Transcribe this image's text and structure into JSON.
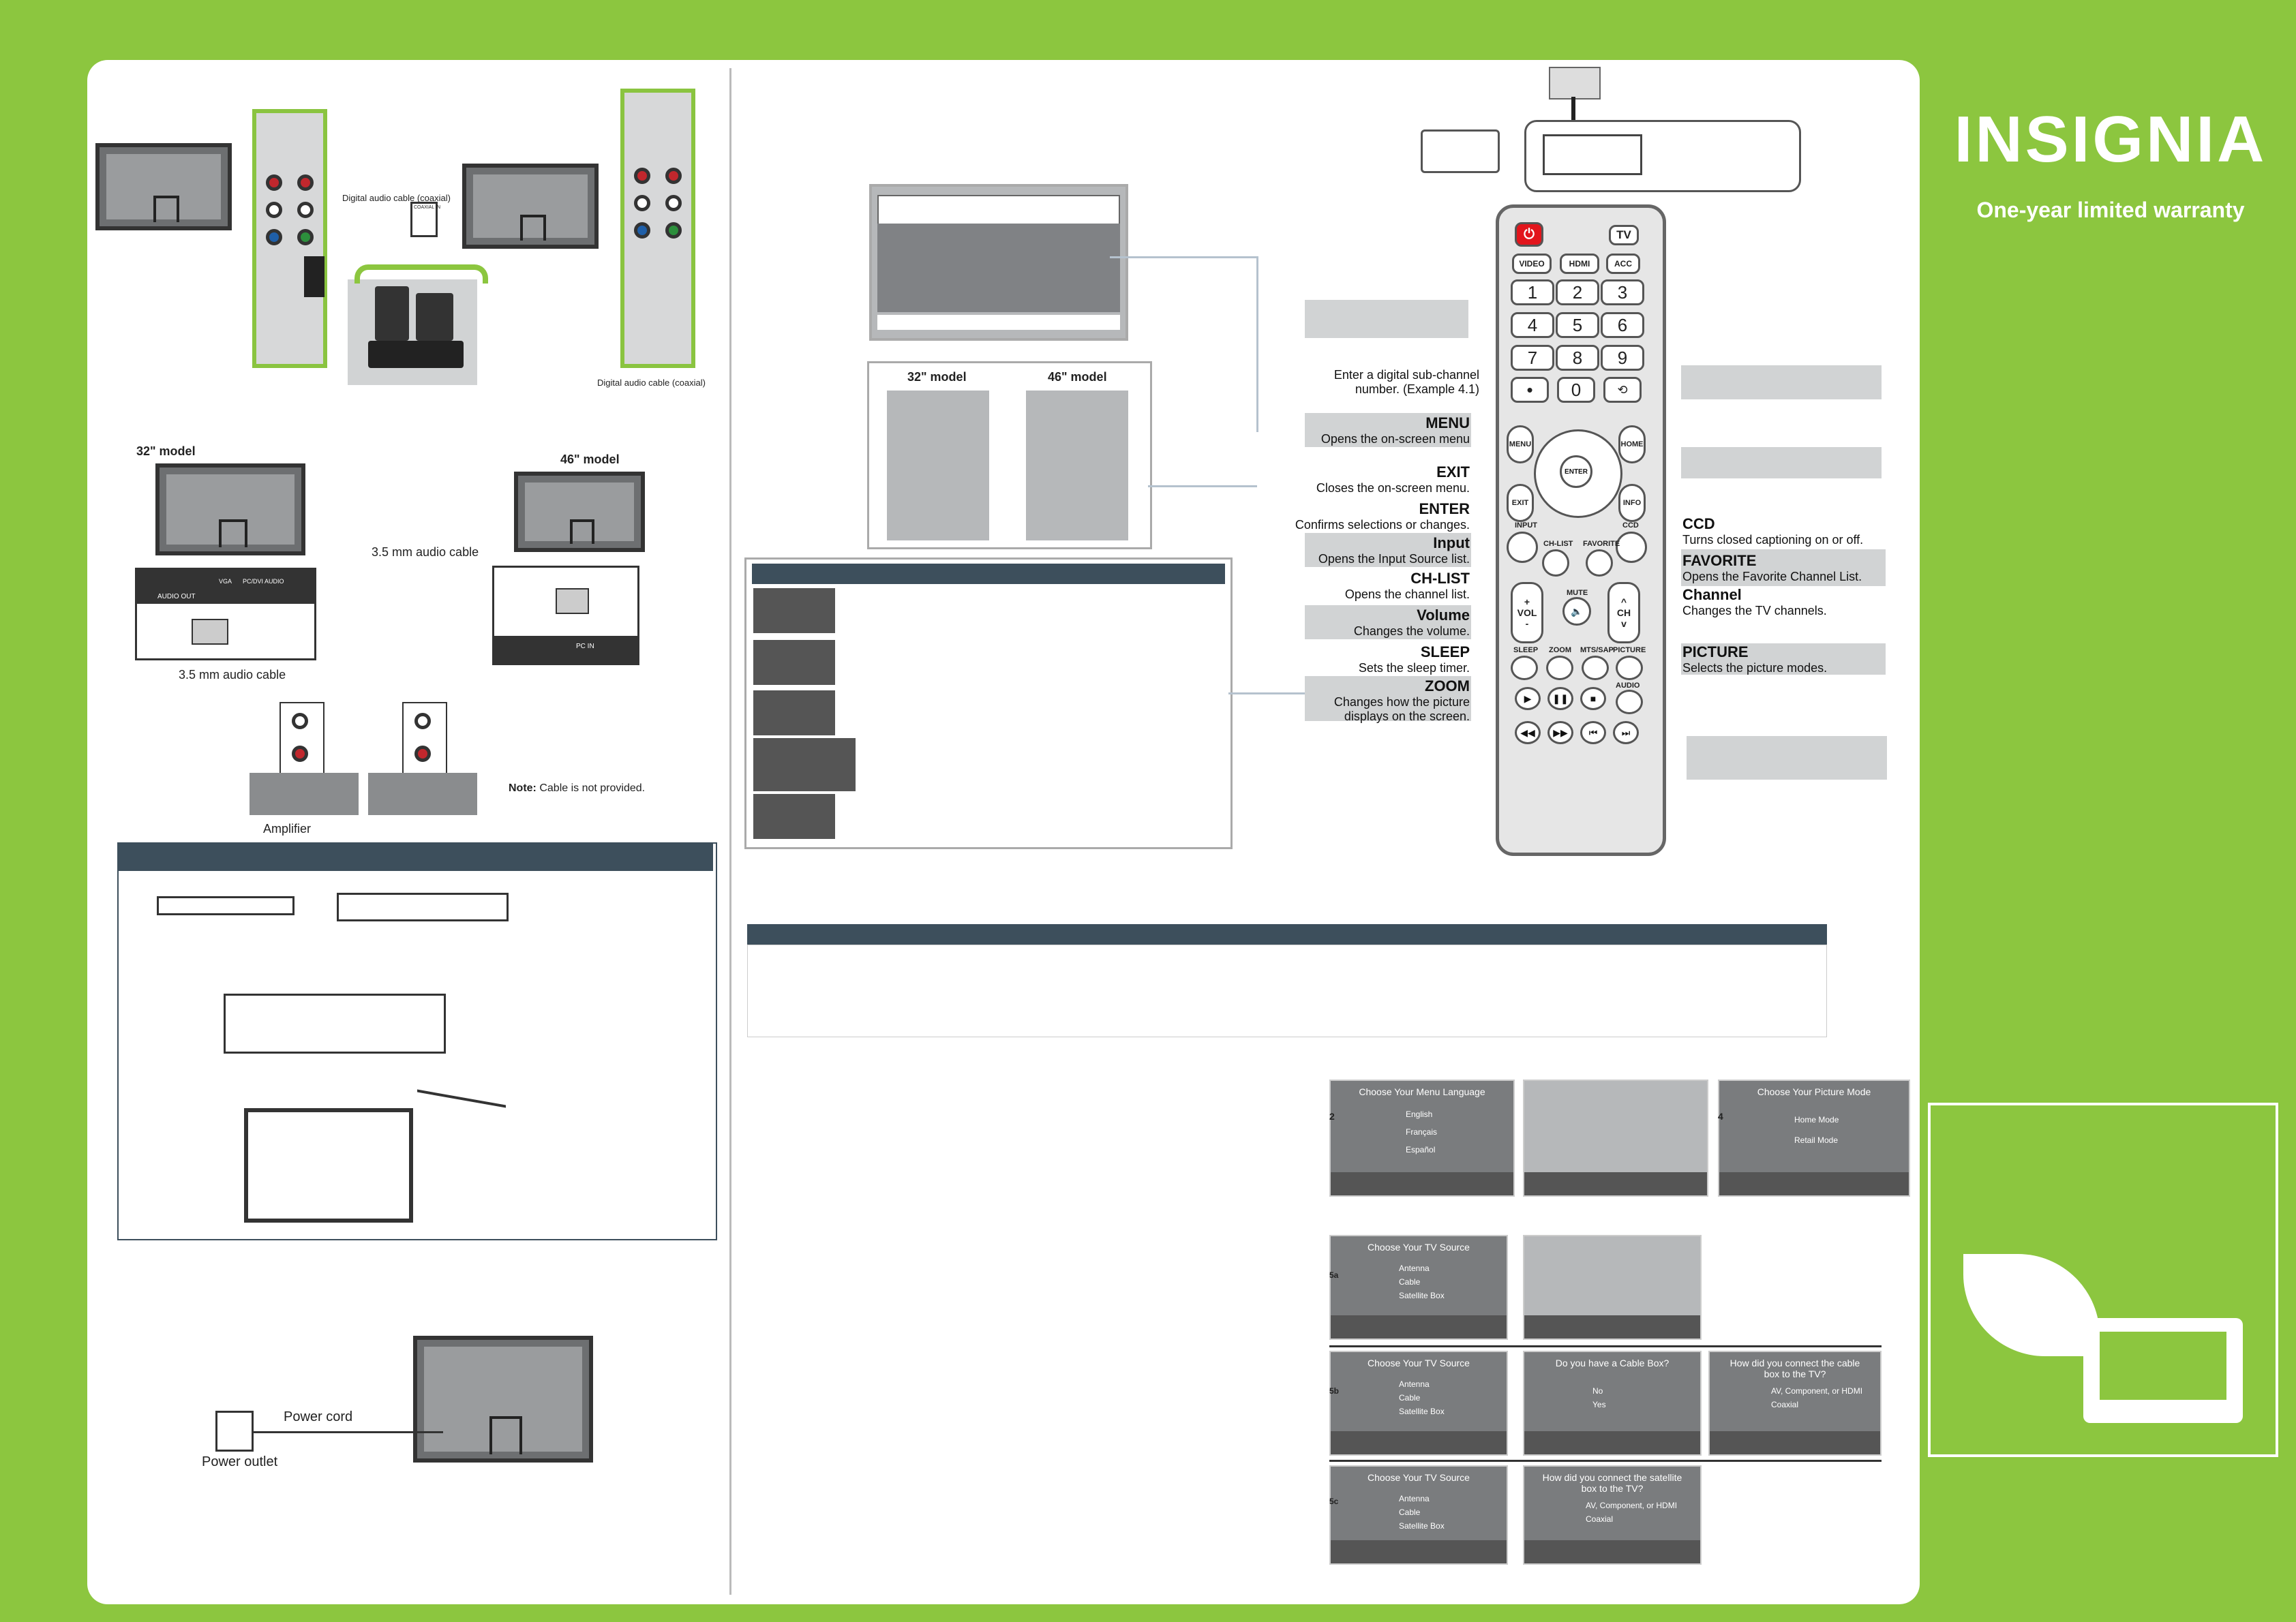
{
  "brand": {
    "name": "INSIGNIA",
    "tagline": "One-year limited warranty"
  },
  "connections": {
    "digital_cable_label_1": "Digital audio cable (coaxial)",
    "digital_cable_label_2": "Digital audio cable (coaxial)",
    "model_32": "32\" model",
    "model_46": "46\" model",
    "audio_cable_label_1": "3.5 mm audio cable",
    "audio_cable_label_2": "3.5 mm audio cable",
    "amplifier": "Amplifier",
    "note_bold": "Note:",
    "note_text": " Cable is not provided.",
    "power_cord": "Power cord",
    "power_outlet": "Power outlet",
    "port_labels": {
      "audio_out": "AUDIO OUT",
      "vga": "VGA",
      "pc_dvi_audio": "PC/DVI AUDIO",
      "pc_in": "PC IN",
      "coaxial_in": "COAXIAL IN"
    }
  },
  "picture_size": {
    "model_32": "32\" model",
    "model_46": "46\" model"
  },
  "remote": {
    "buttons": {
      "tv": "TV",
      "video": "VIDEO",
      "hdmi": "HDMI",
      "acc": "ACC",
      "enter": "ENTER",
      "menu": "MENU",
      "home": "HOME",
      "exit": "EXIT",
      "info": "INFO",
      "input": "INPUT",
      "ccd": "CCD",
      "chlist": "CH-LIST",
      "favorite": "FAVORITE",
      "vol": "VOL",
      "mute": "MUTE",
      "ch": "CH",
      "sleep": "SLEEP",
      "zoom": "ZOOM",
      "mtssap": "MTS/SAP",
      "picture": "PICTURE",
      "audio": "AUDIO",
      "dot": "•"
    },
    "numbers": [
      "1",
      "2",
      "3",
      "4",
      "5",
      "6",
      "7",
      "8",
      "9",
      "0"
    ],
    "left_callouts": [
      {
        "title": "",
        "desc": "Enter a digital sub-channel number. (Example 4.1)"
      },
      {
        "title": "MENU",
        "desc": "Opens the on-screen menu"
      },
      {
        "title": "EXIT",
        "desc": "Closes the on-screen menu."
      },
      {
        "title": "ENTER",
        "desc": "Confirms selections or changes."
      },
      {
        "title": "Input",
        "desc": "Opens the Input Source list."
      },
      {
        "title": "CH-LIST",
        "desc": "Opens the channel list."
      },
      {
        "title": "Volume",
        "desc": "Changes the volume."
      },
      {
        "title": "SLEEP",
        "desc": "Sets the sleep timer."
      },
      {
        "title": "ZOOM",
        "desc": "Changes how the picture displays on the screen."
      }
    ],
    "right_callouts": [
      {
        "title": "CCD",
        "desc": "Turns closed captioning on or off."
      },
      {
        "title": "FAVORITE",
        "desc": "Opens the Favorite Channel List."
      },
      {
        "title": "Channel",
        "desc": "Changes the TV channels."
      },
      {
        "title": "PICTURE",
        "desc": "Selects the picture modes."
      }
    ]
  },
  "setup_screens": {
    "menu_language": {
      "title": "Choose Your Menu Language",
      "options": [
        "English",
        "Français",
        "Español"
      ],
      "step": "2"
    },
    "picture_mode": {
      "title": "Choose Your Picture Mode",
      "options": [
        "Home Mode",
        "Retail Mode"
      ],
      "step": "4"
    },
    "tv_source": {
      "title": "Choose Your TV Source",
      "options": [
        "Antenna",
        "Cable",
        "Satellite Box"
      ]
    },
    "cable_box": {
      "title": "Do you have a Cable Box?",
      "options": [
        "No",
        "Yes"
      ]
    },
    "cable_connect": {
      "title": "How did you connect the cable box to the TV?",
      "options": [
        "AV, Component, or HDMI",
        "Coaxial"
      ]
    },
    "sat_connect": {
      "title": "How did you connect the satellite box to the TV?",
      "options": [
        "AV, Component, or HDMI",
        "Coaxial"
      ]
    },
    "steps": [
      "5a",
      "5b",
      "5c"
    ]
  }
}
